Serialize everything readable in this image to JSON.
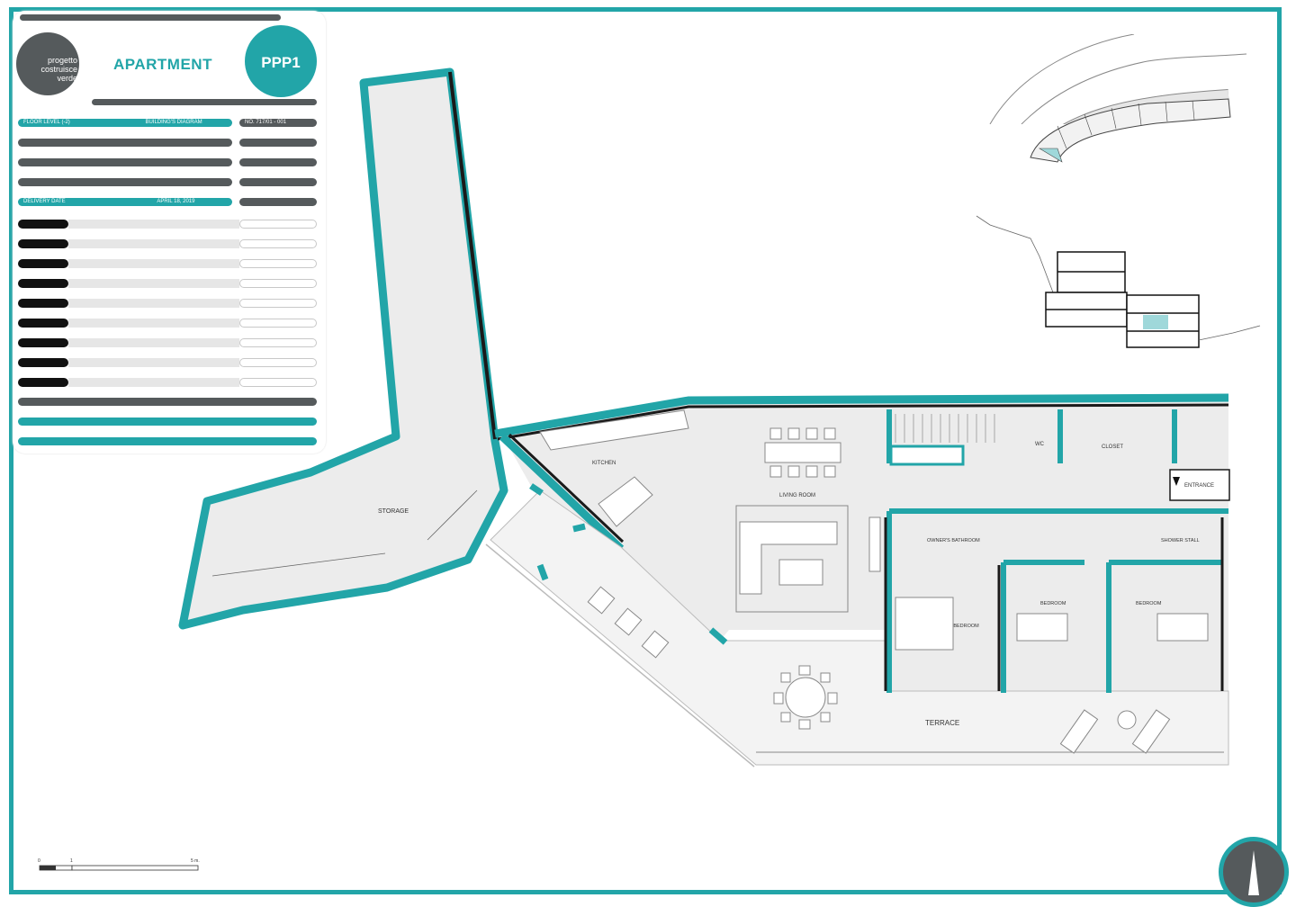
{
  "brand": {
    "logo_text": [
      "progetto",
      "costruisce",
      "verde"
    ],
    "title": "APARTMENT",
    "code": "PPP1"
  },
  "info": {
    "floor_level": "FLOOR LEVEL (-2)",
    "diagram_label": "BUILDING'S DIAGRAM",
    "number": "NO. 717/01 - 001",
    "delivery_label": "DELIVERY DATE",
    "delivery_date": "APRIL 18, 2019"
  },
  "rooms": {
    "storage": "STORAGE",
    "kitchen": "KITCHEN",
    "living_room": "LIVING ROOM",
    "wc": "WC",
    "closet": "CLOSET",
    "entrance": "ENTRANCE",
    "owners_bathroom": "OWNER'S BATHROOM",
    "shower_stall": "SHOWER STALL",
    "owners_bedroom": "OWNER'S BEDROOM",
    "bedroom_1": "BEDROOM",
    "bedroom_2": "BEDROOM",
    "terrace": "TERRACE"
  },
  "scale_bar": {
    "start": "0",
    "mid": "1",
    "end": "5 m."
  },
  "colors": {
    "accent": "#22a5a8",
    "wall_dark": "#1a1a1a",
    "floor": "#ececec"
  },
  "icons": {
    "compass": "north-arrow-icon",
    "site_plan": "site-plan-thumbnail",
    "section": "section-diagram-thumbnail"
  }
}
